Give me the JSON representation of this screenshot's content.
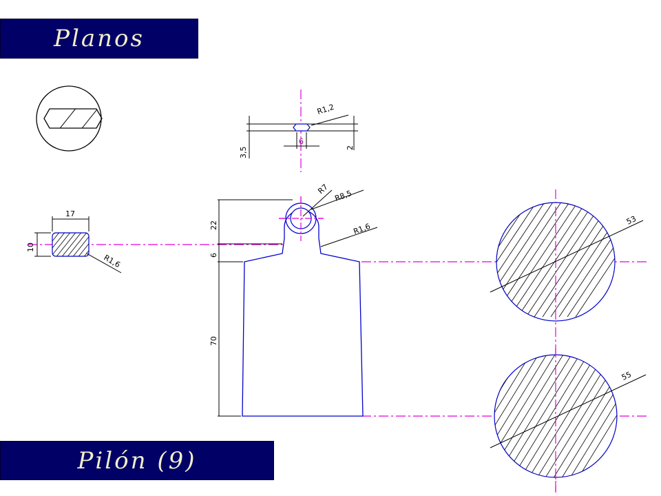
{
  "title": "Planos",
  "caption": "Pilón (9)",
  "colors": {
    "banner_bg": "#000066",
    "banner_text": "#f2eecb",
    "outline": "#0000cc",
    "centerline": "#e000e0",
    "dimension": "#000000",
    "hatch": "#000000"
  },
  "dimensions": {
    "top_radius": "R1,2",
    "top_width": "6",
    "top_height_left": "3,5",
    "top_height_right": "2",
    "ring_inner_radius": "R7",
    "ring_outer_radius": "R8,5",
    "neck_radius": "R1,6",
    "ring_height": "22",
    "neck_height": "6",
    "body_height": "70",
    "bar_width": "17",
    "bar_height": "10",
    "bar_radius": "R1,6",
    "top_section_diameter": "53",
    "bottom_section_diameter": "55"
  }
}
